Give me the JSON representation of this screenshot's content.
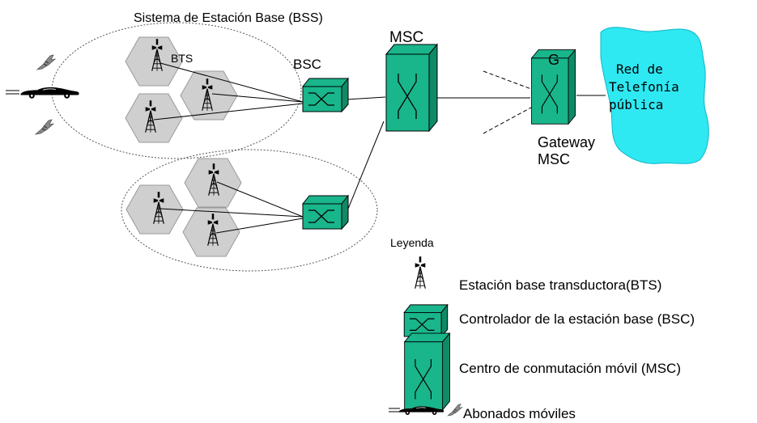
{
  "bss_title": "Sistema de Estación Base (BSS)",
  "labels": {
    "bts": "BTS",
    "bsc": "BSC",
    "msc": "MSC",
    "gateway_letter": "G",
    "gateway_line1": "Gateway",
    "gateway_line2": "MSC"
  },
  "cloud": {
    "lines": [
      "Red de",
      "Telefonía",
      "pública"
    ],
    "color": "#2ee8f2"
  },
  "colors": {
    "building": "#19b58b",
    "building_dark": "#0f8a66",
    "hex_fill": "#cfcfcf",
    "hex_stroke": "#9a9a9a"
  },
  "legend": {
    "title": "Leyenda",
    "items": [
      {
        "icon": "tower-icon",
        "label": "Estación base  transductora(BTS)"
      },
      {
        "icon": "bsc-icon",
        "label": "Controlador de la estación base (BSC)"
      },
      {
        "icon": "msc-icon",
        "label": "Centro de conmutación móvil (MSC)"
      },
      {
        "icon": "mobile-subscribers-icon",
        "label": "Abonados móviles"
      }
    ]
  }
}
